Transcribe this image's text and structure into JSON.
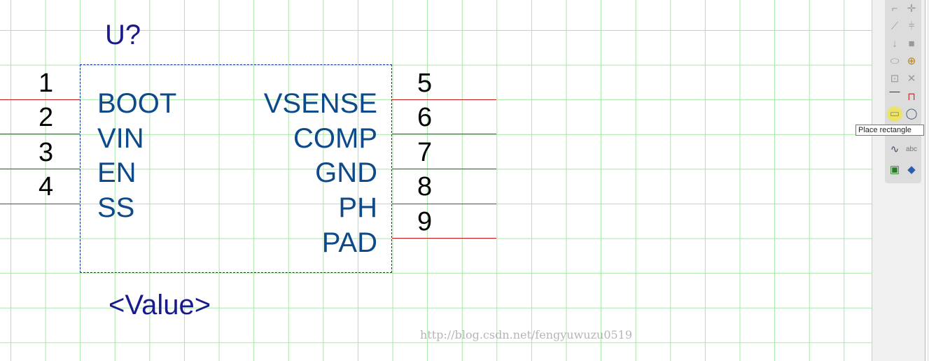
{
  "component": {
    "designator": "U?",
    "value": "<Value>",
    "left_pins": [
      {
        "number": "1",
        "name": "BOOT"
      },
      {
        "number": "2",
        "name": "VIN"
      },
      {
        "number": "3",
        "name": "EN"
      },
      {
        "number": "4",
        "name": "SS"
      }
    ],
    "right_pins": [
      {
        "number": "5",
        "name": "VSENSE"
      },
      {
        "number": "6",
        "name": "COMP"
      },
      {
        "number": "7",
        "name": "GND"
      },
      {
        "number": "8",
        "name": "PH"
      },
      {
        "number": "9",
        "name": "PAD"
      }
    ]
  },
  "watermark": "http://blog.csdn.net/fengyuwuzu0519",
  "toolbar": {
    "tooltip": "Place rectangle",
    "tools": [
      "place-wire",
      "place-bus",
      "place-bus-entry",
      "place-net-label",
      "place-power-port",
      "place-part",
      "place-port",
      "place-no-erc",
      "place-line",
      "place-polygon",
      "place-rectangle",
      "place-ellipse",
      "place-bezier",
      "place-text",
      "place-image",
      "place-ieee-symbol"
    ]
  }
}
